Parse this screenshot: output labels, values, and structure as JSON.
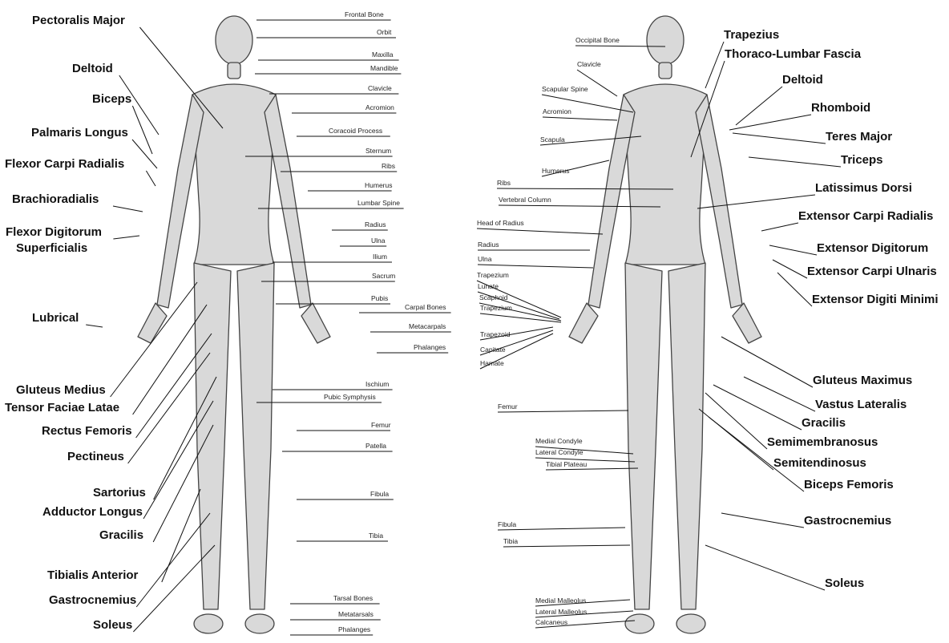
{
  "front": {
    "muscles": [
      "Pectoralis Major",
      "Deltoid",
      "Biceps",
      "Palmaris Longus",
      "Flexor Carpi Radialis",
      "Brachioradialis",
      "Flexor Digitorum",
      "Superficialis",
      "Lubrical",
      "Gluteus Medius",
      "Tensor Faciae Latae",
      "Rectus Femoris",
      "Pectineus",
      "Sartorius",
      "Adductor Longus",
      "Gracilis",
      "Tibialis Anterior",
      "Gastrocnemius",
      "Soleus"
    ],
    "bones": [
      "Frontal Bone",
      "Orbit",
      "Maxilla",
      "Mandible",
      "Clavicle",
      "Acromion",
      "Coracoid Process",
      "Sternum",
      "Ribs",
      "Humerus",
      "Lumbar Spine",
      "Radius",
      "Ulna",
      "Ilium",
      "Sacrum",
      "Pubis",
      "Carpal Bones",
      "Metacarpals",
      "Phalanges",
      "Ischium",
      "Pubic Symphysis",
      "Femur",
      "Patella",
      "Fibula",
      "Tibia",
      "Tarsal Bones",
      "Metatarsals",
      "Phalanges"
    ]
  },
  "back": {
    "bones": [
      "Occipital Bone",
      "Clavicle",
      "Scapular Spine",
      "Acromion",
      "Scapula",
      "Humerus",
      "Ribs",
      "Vertebral Column",
      "Head of Radius",
      "Radius",
      "Ulna",
      "Trapezium",
      "Lunate",
      "Scaphoid",
      "Trapezium",
      "Trapezoid",
      "Capitate",
      "Hamate",
      "Femur",
      "Medial Condyle",
      "Lateral Condyle",
      "Tibial Plateau",
      "Fibula",
      "Tibia",
      "Medial Malleolus",
      "Lateral Malleolus",
      "Calcaneus"
    ],
    "muscles": [
      "Trapezius",
      "Thoraco-Lumbar Fascia",
      "Deltoid",
      "Rhomboid",
      "Teres Major",
      "Triceps",
      "Latissimus Dorsi",
      "Extensor Carpi Radialis",
      "Extensor Digitorum",
      "Extensor Carpi Ulnaris",
      "Extensor Digiti Minimi",
      "Gluteus Maximus",
      "Vastus Lateralis",
      "Gracilis",
      "Semimembranosus",
      "Semitendinosus",
      "Biceps Femoris",
      "Gastrocnemius",
      "Soleus"
    ]
  }
}
